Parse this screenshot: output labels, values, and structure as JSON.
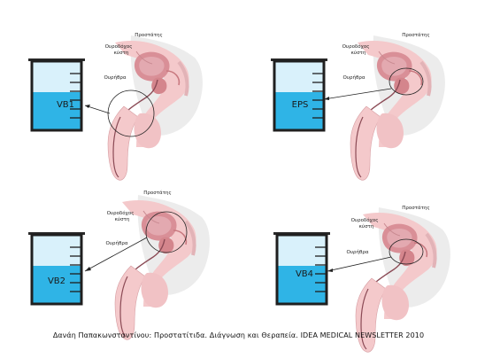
{
  "panels": [
    {
      "id": "vb1",
      "specimen": "VB1",
      "prostate": "Προστάτης",
      "bladder_l1": "Ουροδόχος",
      "bladder_l2": "κύστη",
      "urethra": "Ουρήθρα"
    },
    {
      "id": "eps",
      "specimen": "EPS",
      "prostate": "Προστάτης",
      "bladder_l1": "Ουροδόχος",
      "bladder_l2": "κύστη",
      "urethra": "Ουρήθρα"
    },
    {
      "id": "vb2",
      "specimen": "VB2",
      "prostate": "Προστάτης",
      "bladder_l1": "Ουροδόχος",
      "bladder_l2": "κύστη",
      "urethra": "Ουρήθρα"
    },
    {
      "id": "vb4",
      "specimen": "VB4",
      "prostate": "Προστάτης",
      "bladder_l1": "Ουροδόχος",
      "bladder_l2": "κύστη",
      "urethra": "Ουρήθρα"
    }
  ],
  "caption": "Δανάη Παπακωνσταντίνου: Προστατίτιδα. Διάγνωση και Θεραπεία. IDEA MEDICAL NEWSLETTER 2010",
  "colors": {
    "liquid": "#2fb4e6",
    "liquid_light": "#d9f1fb",
    "tissue": "#f4c9cb",
    "tissue_dark": "#e7a7ab",
    "bladder": "#d98f97",
    "background_shade": "#ececec"
  }
}
